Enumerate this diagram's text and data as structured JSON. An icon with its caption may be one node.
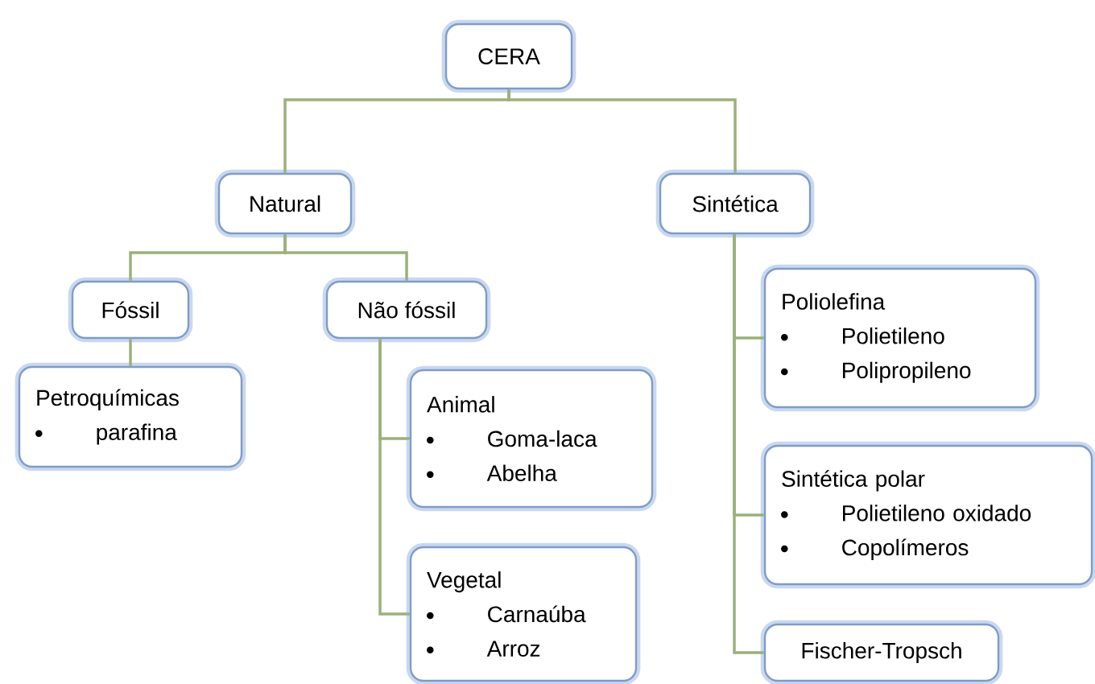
{
  "diagram": {
    "nodes": [
      {
        "text": [
          "CERA"
        ]
      },
      {
        "text": [
          "Natural"
        ]
      },
      {
        "text": [
          "Sintética"
        ]
      },
      {
        "text": [
          "Fóssil"
        ]
      },
      {
        "text": [
          "Não fóssil"
        ]
      },
      {
        "text": [
          "Petroquímicas",
          "parafina"
        ]
      },
      {
        "text": [
          "Animal",
          "Goma-laca",
          "Abelha"
        ]
      },
      {
        "text": [
          "Vegetal",
          "Carnaúba",
          "Arroz"
        ]
      },
      {
        "text": [
          "Poliolefina",
          "Polietileno",
          "Polipropileno"
        ]
      },
      {
        "text": [
          "Sintética polar",
          "Polietileno oxidado",
          "Copolímeros"
        ]
      },
      {
        "text": [
          "Fischer-Tropsch"
        ]
      }
    ],
    "edges": [
      {
        "from": 0,
        "to": 1,
        "arrow": "none"
      },
      {
        "from": 0,
        "to": 2,
        "arrow": "none"
      },
      {
        "from": 1,
        "to": 3,
        "arrow": "none"
      },
      {
        "from": 1,
        "to": 4,
        "arrow": "none"
      },
      {
        "from": 3,
        "to": 5,
        "arrow": "none"
      },
      {
        "from": 4,
        "to": 6,
        "arrow": "none"
      },
      {
        "from": 4,
        "to": 7,
        "arrow": "none"
      },
      {
        "from": 2,
        "to": 8,
        "arrow": "none"
      },
      {
        "from": 2,
        "to": 9,
        "arrow": "none"
      },
      {
        "from": 2,
        "to": 10,
        "arrow": "none"
      }
    ]
  }
}
